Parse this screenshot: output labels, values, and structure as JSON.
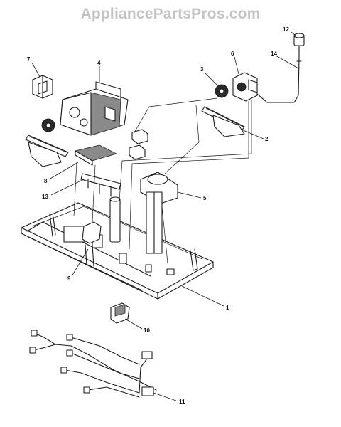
{
  "watermark": "AppliancePartsPros.com",
  "callouts": [
    "1",
    "2",
    "3",
    "4",
    "5",
    "6",
    "7",
    "8",
    "9",
    "10",
    "11",
    "12",
    "13",
    "14"
  ]
}
